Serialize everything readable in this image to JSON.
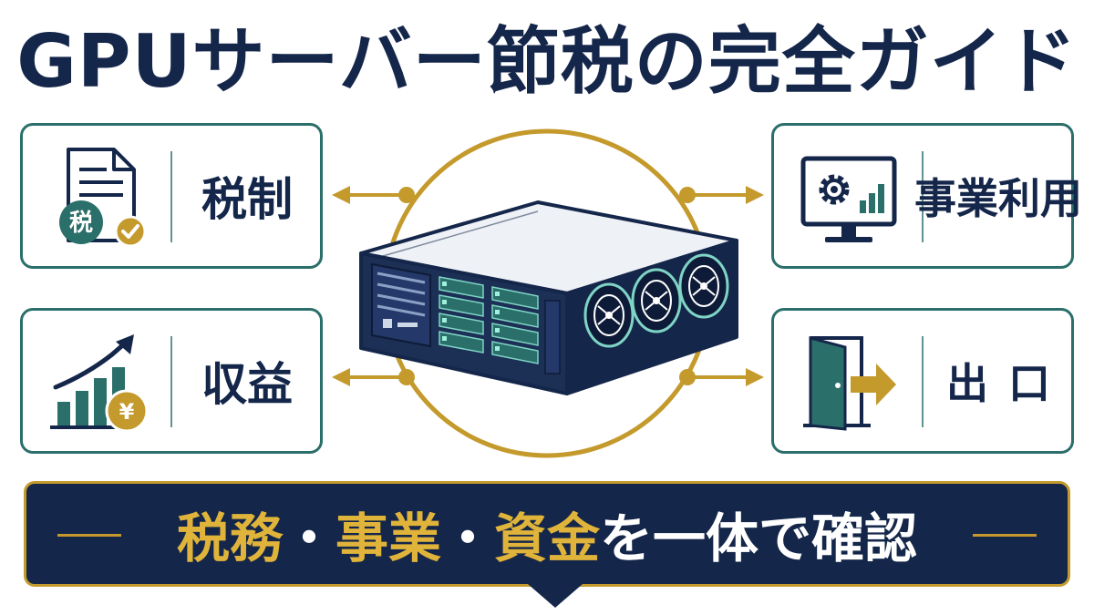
{
  "title": "GPUサーバー節税の完全ガイド",
  "cards": {
    "tax": {
      "label": "税制",
      "icon_text": "税",
      "icon": "tax-document-check-icon"
    },
    "income": {
      "label": "収益",
      "icon_text": "¥",
      "icon": "growth-chart-yen-icon"
    },
    "business": {
      "label": "事業利用",
      "icon": "monitor-gear-icon"
    },
    "exit": {
      "label": "出口",
      "icon": "exit-door-arrow-icon"
    }
  },
  "hub": {
    "icon": "gpu-server-icon"
  },
  "banner": {
    "part1": "税務",
    "sep1": "・",
    "part2": "事業",
    "sep2": "・",
    "part3": "資金",
    "part4": "を一体で確認"
  },
  "colors": {
    "navy": "#14264a",
    "teal": "#2b6f6a",
    "gold": "#c49a2c"
  }
}
